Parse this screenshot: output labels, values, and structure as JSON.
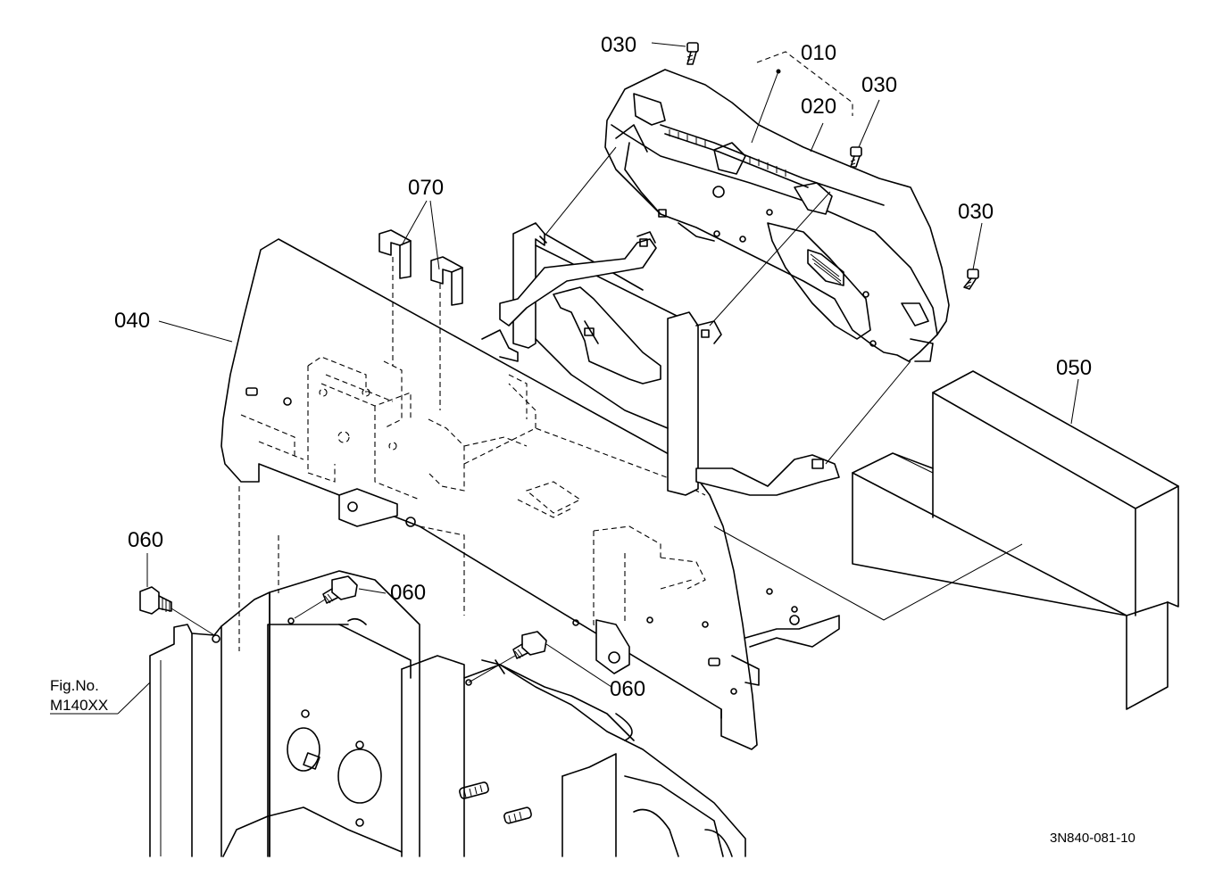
{
  "callouts": {
    "c010": "010",
    "c020": "020",
    "c030_top": "030",
    "c030_mid": "030",
    "c030_right": "030",
    "c040": "040",
    "c050": "050",
    "c060_left": "060",
    "c060_mid": "060",
    "c060_bottom": "060",
    "c070": "070"
  },
  "reference": {
    "fig_line1": "Fig.No.",
    "fig_line2": "M140XX"
  },
  "drawing_number": "3N840-081-10"
}
